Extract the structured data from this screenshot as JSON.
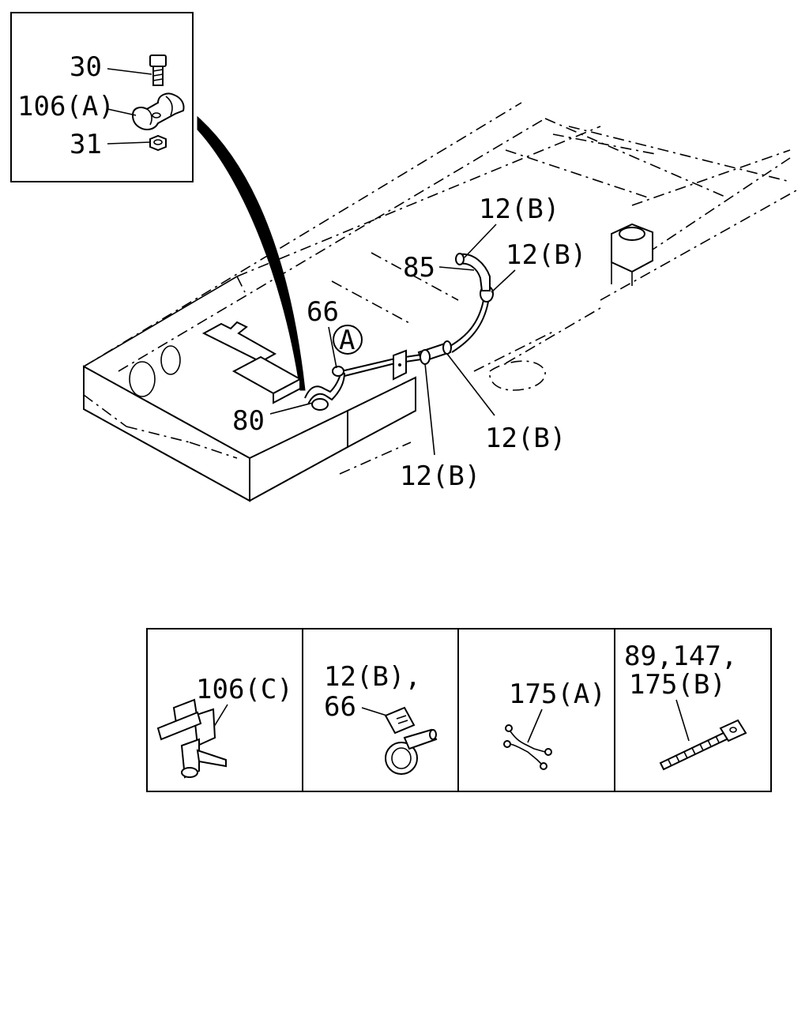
{
  "inset": {
    "labels": {
      "bolt": "30",
      "clip": "106(A)",
      "nut": "31"
    }
  },
  "main": {
    "labels": {
      "hose_top": "12(B)",
      "elbow_hose": "85",
      "hose_upper_right": "12(B)",
      "clamp_66": "66",
      "callout_a": "A",
      "pipe_80": "80",
      "hose_lower_right": "12(B)",
      "hose_lower": "12(B)"
    }
  },
  "legend": {
    "cells": [
      {
        "label": "106(C)"
      },
      {
        "label_line1": "12(B),",
        "label_line2": "66"
      },
      {
        "label": "175(A)"
      },
      {
        "label_line1": "89,147,",
        "label_line2": "175(B)"
      }
    ]
  }
}
